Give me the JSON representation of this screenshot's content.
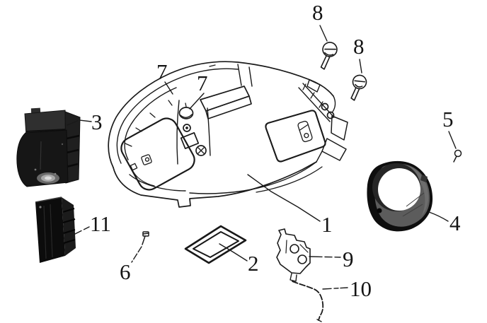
{
  "page": {
    "background": "#ffffff",
    "ink": "#1a1a1a"
  },
  "colors": {
    "part_dark": "#121212",
    "part_mid": "#2f2f2f",
    "part_side": "#1f1f1f",
    "cover_gray": "#5c5c5c",
    "cover_shadow": "#0e0e0e",
    "hole_ring": "#262626",
    "highlight": "#d9d9d9"
  },
  "callouts": [
    {
      "id": "part-1",
      "text": "1"
    },
    {
      "id": "part-2",
      "text": "2"
    },
    {
      "id": "part-3",
      "text": "3"
    },
    {
      "id": "part-4",
      "text": "4"
    },
    {
      "id": "part-5",
      "text": "5"
    },
    {
      "id": "part-6",
      "text": "6"
    },
    {
      "id": "part-7a",
      "text": "7"
    },
    {
      "id": "part-7b",
      "text": "7"
    },
    {
      "id": "part-8a",
      "text": "8"
    },
    {
      "id": "part-8b",
      "text": "8"
    },
    {
      "id": "part-9",
      "text": "9"
    },
    {
      "id": "part-10",
      "text": "10"
    },
    {
      "id": "part-11",
      "text": "11"
    }
  ]
}
